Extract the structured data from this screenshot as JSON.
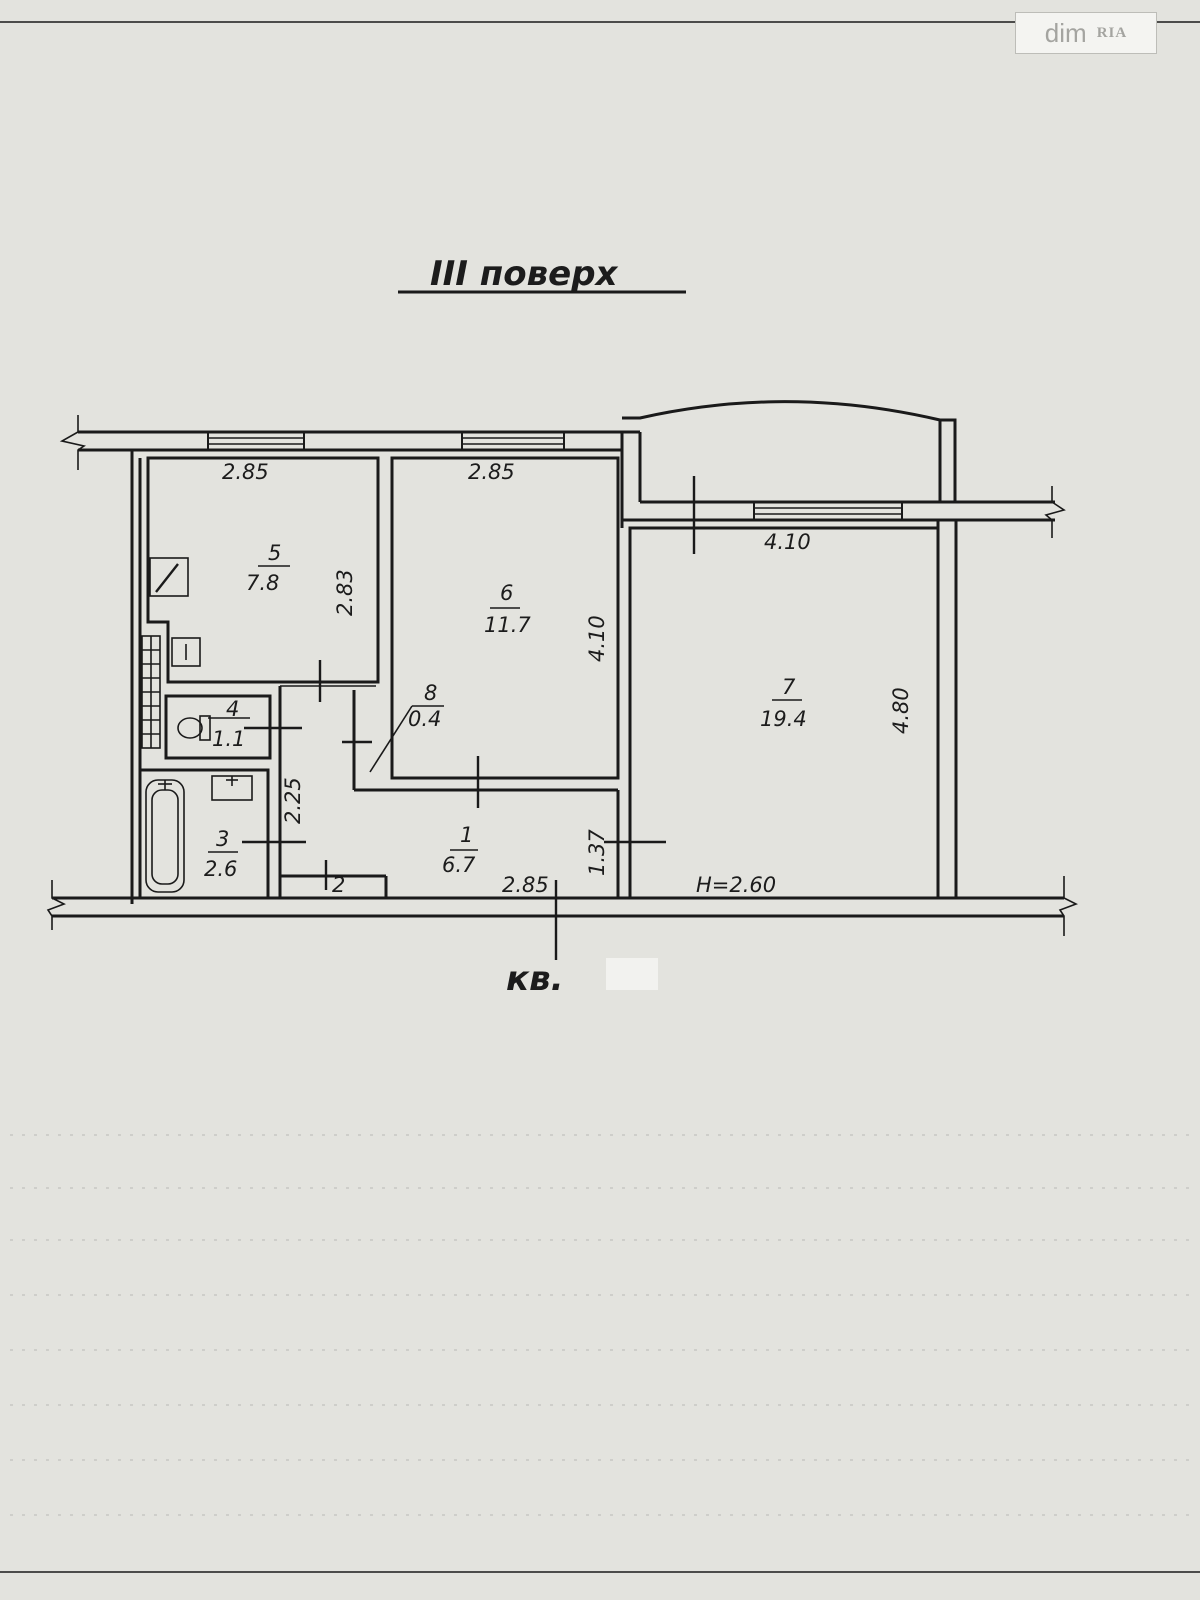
{
  "watermark": {
    "part1": "dim",
    "part2": "RIA"
  },
  "title": "III поверх",
  "apartment_label": "кв. ",
  "ceiling_height": "H=2.60",
  "rooms": [
    {
      "number": "1",
      "area": "6.7"
    },
    {
      "number": "2",
      "area": ""
    },
    {
      "number": "3",
      "area": "2.6"
    },
    {
      "number": "4",
      "area": "1.1"
    },
    {
      "number": "5",
      "area": "7.8"
    },
    {
      "number": "6",
      "area": "11.7"
    },
    {
      "number": "7",
      "area": "19.4"
    },
    {
      "number": "8",
      "area": "0.4"
    }
  ],
  "dimensions": {
    "room5_width": "2.85",
    "room5_depth": "2.83",
    "room6_width": "2.85",
    "room6_depth": "4.10",
    "room7_width": "4.10",
    "room7_depth": "4.80",
    "room3_depth": "2.25",
    "room1_width": "2.85",
    "room1_depth": "1.37"
  }
}
